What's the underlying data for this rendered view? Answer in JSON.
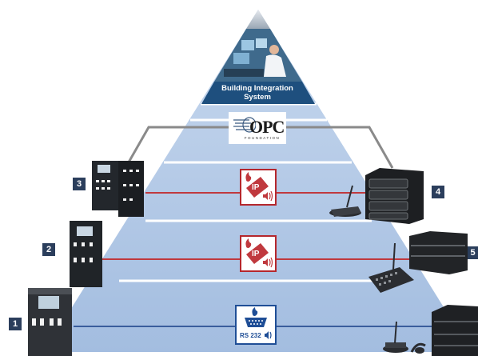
{
  "top": {
    "title_line1": "Building Integration",
    "title_line2": "System"
  },
  "opc": {
    "word": "OPC",
    "sub": "FOUNDATION"
  },
  "levels": [
    {
      "badge": "3",
      "protocol": "IP",
      "line_color": "#c0393e"
    },
    {
      "badge": "2",
      "protocol": "IP",
      "line_color": "#c0393e"
    },
    {
      "badge": "1",
      "protocol": "RS 232",
      "line_color": "#3a5d9c"
    }
  ],
  "right_badges": [
    "4",
    "5"
  ],
  "colors": {
    "pyramid_light": "#dbe6f4",
    "pyramid_dark": "#a9c2e3",
    "apex_navy": "#1e4f7e",
    "opc_link": "#8a8a8a",
    "badge_bg": "#2b3e5c"
  },
  "icons": [
    "fire-icon",
    "ip-plug-icon",
    "speaker-icon",
    "serial-port-icon"
  ]
}
